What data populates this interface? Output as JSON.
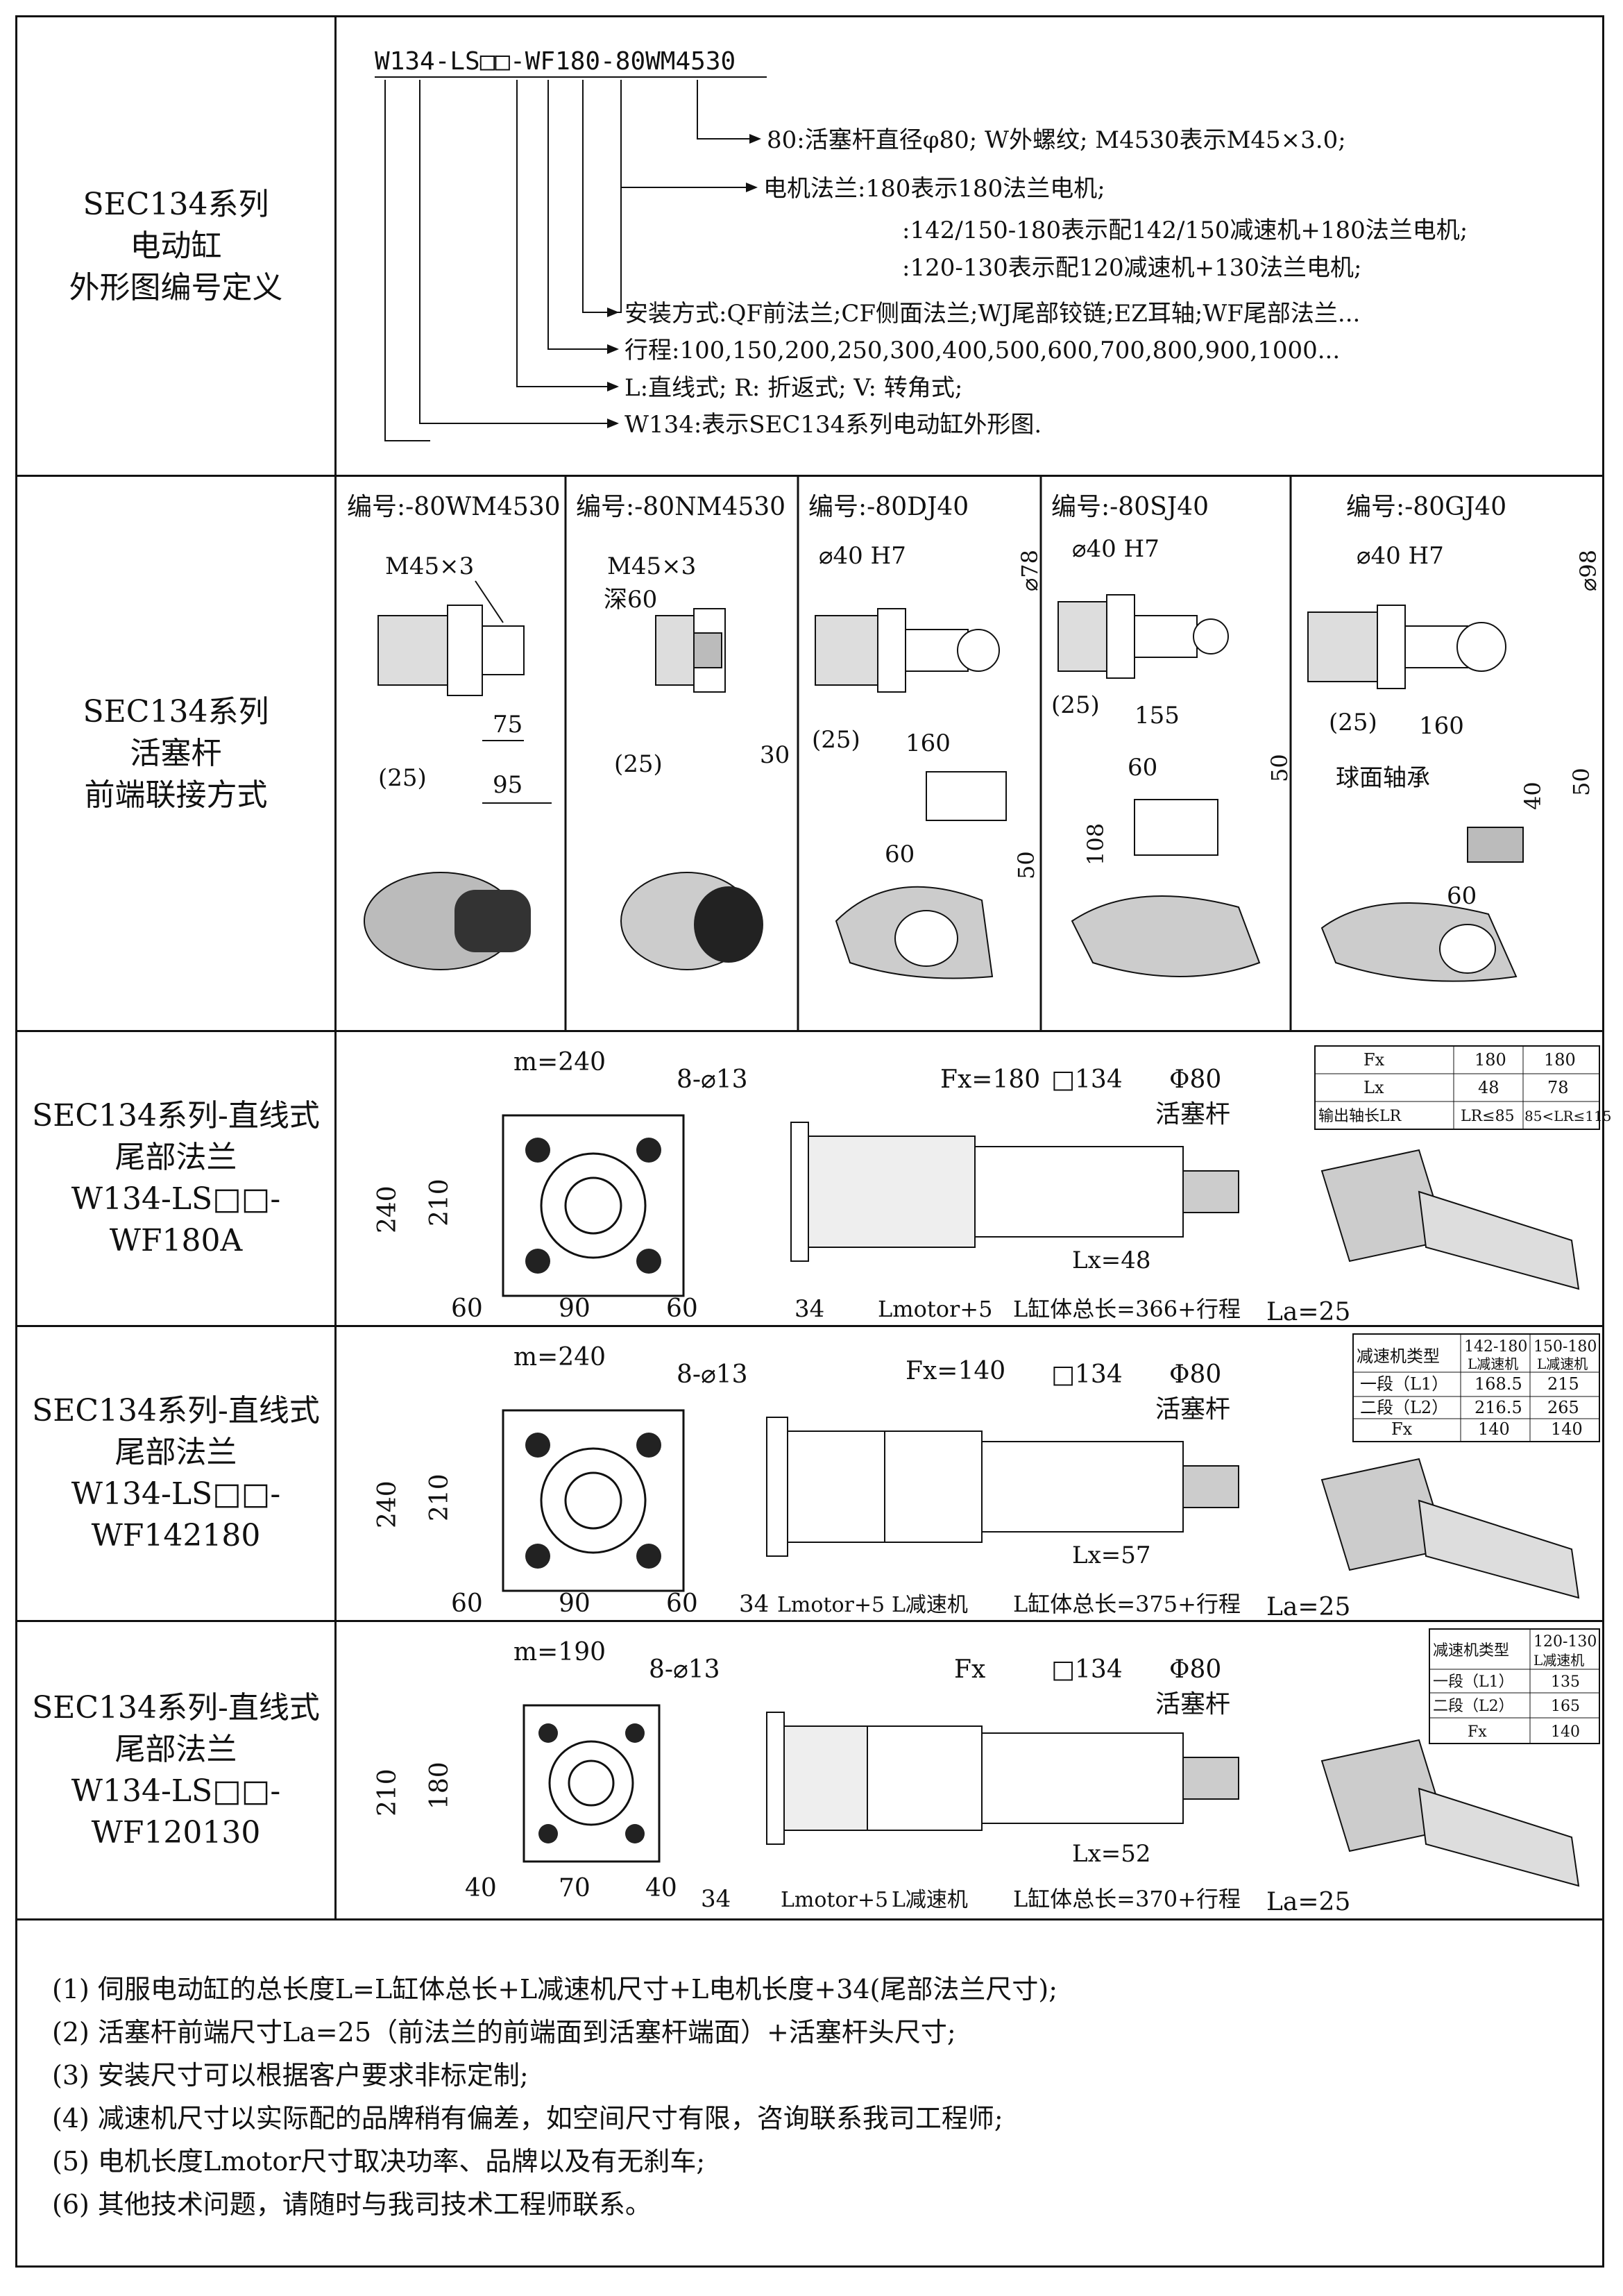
{
  "section1": {
    "title": [
      "SEC134系列",
      "电动缸",
      "外形图编号定义"
    ],
    "model_code": "W134-LS□□-WF180-80WM4530",
    "lines": [
      "80:活塞杆直径φ80; W外螺纹; M4530表示M45×3.0;",
      "电机法兰:180表示180法兰电机;",
      ":142/150-180表示配142/150减速机+180法兰电机;",
      ":120-130表示配120减速机+130法兰电机;",
      "安装方式:QF前法兰;CF侧面法兰;WJ尾部铰链;EZ耳轴;WF尾部法兰...",
      "行程:100,150,200,250,300,400,500,600,700,800,900,1000...",
      "L:直线式;  R: 折返式;  V: 转角式;",
      "W134:表示SEC134系列电动缸外形图."
    ]
  },
  "section2": {
    "title": [
      "SEC134系列",
      "活塞杆",
      "前端联接方式"
    ],
    "variants": [
      {
        "code": "编号:-80WM4530",
        "thread": "M45×3",
        "dims": [
          "75",
          "(25)",
          "95"
        ]
      },
      {
        "code": "编号:-80NM4530",
        "thread": "M45×3",
        "depth": "深60",
        "dims": [
          "(25)",
          "30"
        ]
      },
      {
        "code": "编号:-80DJ40",
        "bore": "⌀40 H7",
        "dia": "⌀78",
        "dims": [
          "(25)",
          "160",
          "60",
          "50"
        ]
      },
      {
        "code": "编号:-80SJ40",
        "bore": "⌀40 H7",
        "dims": [
          "(25)",
          "155",
          "60",
          "50",
          "108"
        ]
      },
      {
        "code": "编号:-80GJ40",
        "bore": "⌀40 H7",
        "dia": "⌀98",
        "bearing": "球面轴承",
        "dims": [
          "(25)",
          "160",
          "40",
          "50",
          "60"
        ]
      }
    ]
  },
  "section3": {
    "title": [
      "SEC134系列-直线式",
      "尾部法兰",
      "W134-LS□□-WF180A"
    ],
    "m": "m=240",
    "holes": "8-⌀13",
    "h1": "240",
    "h2": "210",
    "w": [
      "60",
      "90",
      "60"
    ],
    "fx": "Fx=180",
    "sq": "□134",
    "phi": "Φ80",
    "rod": "活塞杆",
    "lx": "Lx=48",
    "d34": "34",
    "lmotor": "Lmotor+5",
    "ltotal": "L缸体总长=366+行程",
    "la": "La=25",
    "table": [
      [
        "Fx",
        "180",
        "180"
      ],
      [
        "Lx",
        "48",
        "78"
      ],
      [
        "输出轴长LR",
        "LR≤85",
        "85<LR≤115"
      ]
    ]
  },
  "section4": {
    "title": [
      "SEC134系列-直线式",
      "尾部法兰",
      "W134-LS□□-WF142180"
    ],
    "m": "m=240",
    "holes": "8-⌀13",
    "h1": "240",
    "h2": "210",
    "w": [
      "60",
      "90",
      "60"
    ],
    "fx": "Fx=140",
    "sq": "□134",
    "phi": "Φ80",
    "rod": "活塞杆",
    "lx": "Lx=57",
    "d34": "34",
    "lmotor": "Lmotor+5",
    "lred": "L减速机",
    "ltotal": "L缸体总长=375+行程",
    "la": "La=25",
    "table": [
      [
        "减速机类型",
        "142-180",
        "150-180"
      ],
      [
        "",
        "L减速机",
        "L减速机"
      ],
      [
        "一段（L1）",
        "168.5",
        "215"
      ],
      [
        "二段（L2）",
        "216.5",
        "265"
      ],
      [
        "Fx",
        "140",
        "140"
      ]
    ]
  },
  "section5": {
    "title": [
      "SEC134系列-直线式",
      "尾部法兰",
      "W134-LS□□-WF120130"
    ],
    "m": "m=190",
    "holes": "8-⌀13",
    "h1": "210",
    "h2": "180",
    "w": [
      "40",
      "70",
      "40"
    ],
    "fx": "Fx",
    "sq": "□134",
    "phi": "Φ80",
    "rod": "活塞杆",
    "lx": "Lx=52",
    "d34": "34",
    "lmotor": "Lmotor+5",
    "lred": "L减速机",
    "ltotal": "L缸体总长=370+行程",
    "la": "La=25",
    "table": [
      [
        "减速机类型",
        "120-130"
      ],
      [
        "",
        "L减速机"
      ],
      [
        "一段（L1）",
        "135"
      ],
      [
        "二段（L2）",
        "165"
      ],
      [
        "Fx",
        "140"
      ]
    ]
  },
  "notes": [
    "(1) 伺服电动缸的总长度L=L缸体总长+L减速机尺寸+L电机长度+34(尾部法兰尺寸);",
    "(2) 活塞杆前端尺寸La=25（前法兰的前端面到活塞杆端面）+活塞杆头尺寸;",
    "(3) 安装尺寸可以根据客户要求非标定制;",
    "(4) 减速机尺寸以实际配的品牌稍有偏差，如空间尺寸有限，咨询联系我司工程师;",
    "(5) 电机长度Lmotor尺寸取决功率、品牌以及有无刹车;",
    "(6) 其他技术问题，请随时与我司技术工程师联系。"
  ]
}
